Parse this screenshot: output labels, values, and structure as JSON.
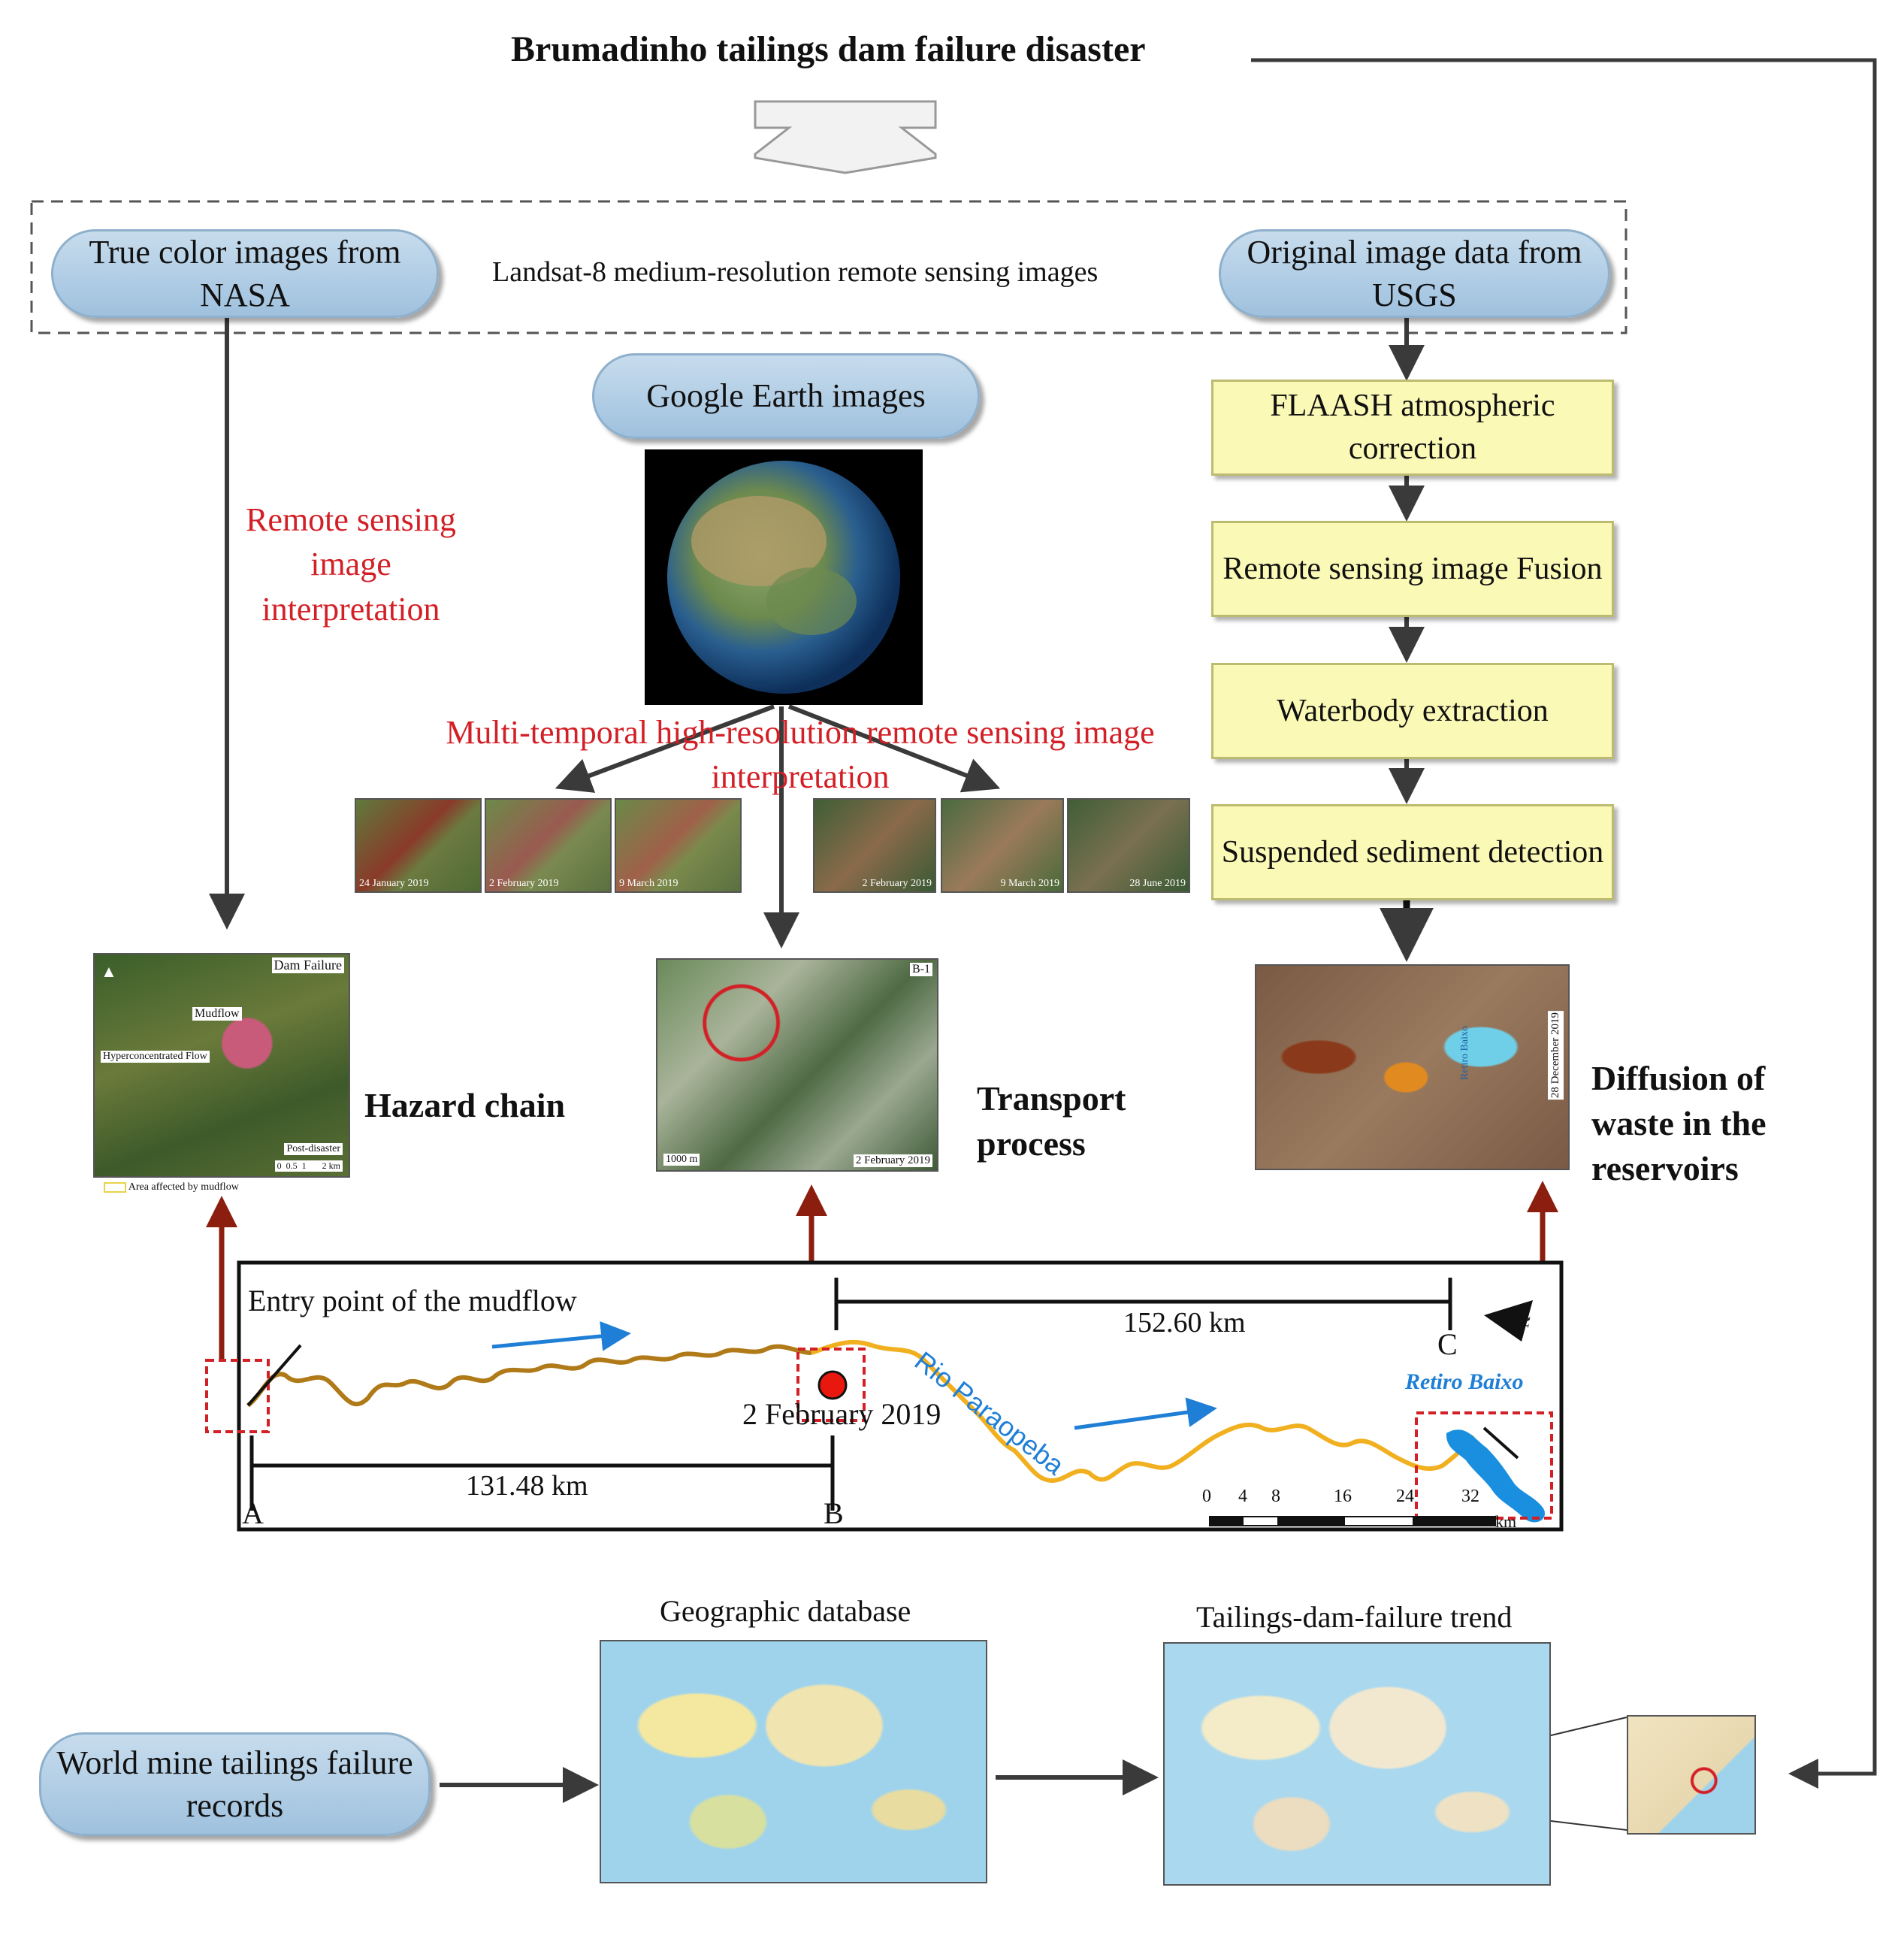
{
  "title": "Brumadinho tailings dam failure disaster",
  "landsat": {
    "nasa": "True color images from NASA",
    "caption": "Landsat-8 medium-resolution remote sensing images",
    "usgs": "Original image data from USGS"
  },
  "google_earth": "Google Earth images",
  "interpretation_left": "Remote sensing image interpretation",
  "interpretation_center": "Multi-temporal high-resolution remote sensing image interpretation",
  "processing_steps": [
    "FLAASH atmospheric correction",
    "Remote sensing image Fusion",
    "Waterbody extraction",
    "Suspended sediment detection"
  ],
  "outputs": {
    "hazard": "Hazard chain",
    "transport": "Transport process",
    "diffusion": "Diffusion of waste in the reservoirs"
  },
  "hazard_map": {
    "dam_failure": "Dam Failure",
    "mudflow": "Mudflow",
    "hyper": "Hyperconcentrated Flow",
    "post": "Post-disaster",
    "legend": "Area affected by mudflow",
    "scale": "0  0.5  1       2 km"
  },
  "transport_map": {
    "date": "2 February 2019",
    "scale": "1000 m",
    "tag": "B-1"
  },
  "diffusion_map": {
    "date": "28 December 2019",
    "label": "Retiro Baixo"
  },
  "river": {
    "entry": "Entry point of the mudflow",
    "date": "2 February 2019",
    "river_name": "Rio Paraopeba",
    "reservoir": "Retiro Baixo",
    "dist_ab": "131.48 km",
    "dist_bc": "152.60 km",
    "point_a": "A",
    "point_b": "B",
    "point_c": "C",
    "north": "N",
    "scale_ticks": [
      "0",
      "4",
      "8",
      "16",
      "24",
      "32"
    ],
    "scale_unit": "km"
  },
  "records": "World mine tailings failure records",
  "geo_db": "Geographic database",
  "trend": "Tailings-dam-failure trend",
  "thumb_dates_left": [
    "24 January 2019",
    "2 February 2019",
    "9 March 2019"
  ],
  "thumb_dates_right": [
    "2 February 2019",
    "9 March 2019",
    "28 June 2019"
  ],
  "colors": {
    "arrow_dark": "#3a3a3a",
    "arrow_brown": "#8b1e0e",
    "river_orange": "#d9a020",
    "reservoir_blue": "#1a8fe0",
    "red_text": "#d31f26"
  }
}
